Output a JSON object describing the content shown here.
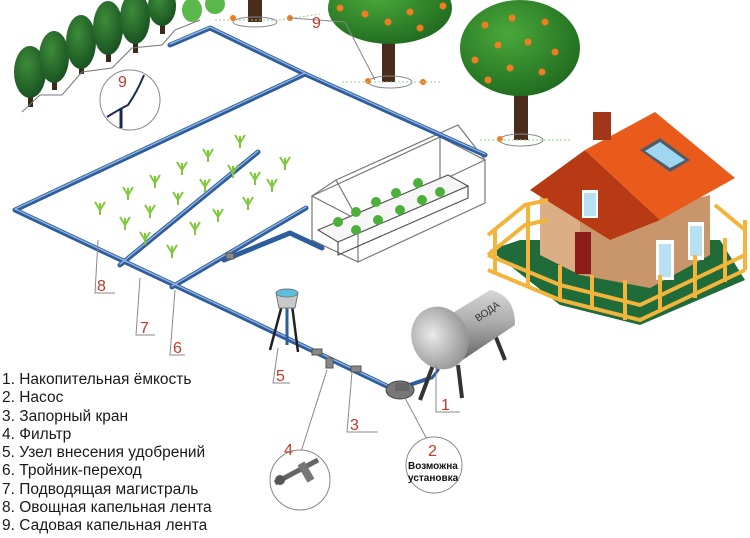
{
  "diagram": {
    "type": "drip-irrigation-scheme",
    "tank_label": "ВОДА",
    "callouts": [
      {
        "num": "1",
        "target": "storage-tank"
      },
      {
        "num": "2",
        "target": "pump",
        "note_line1": "Возможна",
        "note_line2": "установка"
      },
      {
        "num": "3",
        "target": "shutoff-valve"
      },
      {
        "num": "4",
        "target": "filter"
      },
      {
        "num": "5",
        "target": "fertilizer-unit"
      },
      {
        "num": "6",
        "target": "tee-adapter"
      },
      {
        "num": "7",
        "target": "supply-main"
      },
      {
        "num": "8",
        "target": "vegetable-drip-tape"
      },
      {
        "num": "9",
        "target": "garden-drip-tape"
      },
      {
        "num": "9",
        "target": "garden-drip-tape-detail"
      }
    ]
  },
  "legend": {
    "items": [
      "1. Накопительная ёмкость",
      "2. Насос",
      "3. Запорный кран",
      "4. Фильтр",
      "5. Узел внесения удобрений",
      "6. Тройник-переход",
      "7. Подводящая магистраль",
      "8. Овощная капельная лента",
      "9. Садовая капельная лента"
    ]
  },
  "colors": {
    "pipe": "#2d5d9c",
    "pipe_highlight": "#8fb1dd",
    "callout_number": "#c0392b",
    "roof": "#ea5a1a",
    "wall": "#dcae85",
    "fence": "#f2b43a",
    "lawn": "#1f6b3a",
    "foliage": "#2f8a2a",
    "fruit": "#ef7d22",
    "tank": "#9a9a9a"
  }
}
